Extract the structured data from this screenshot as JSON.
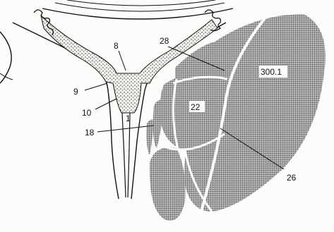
{
  "labels": {
    "l1": "1",
    "l8": "8",
    "l9": "9",
    "l10": "10",
    "l18": "18",
    "l22": "22",
    "l26": "26",
    "l28": "28",
    "l300": "300.1"
  },
  "colors": {
    "ink": "#111111",
    "stipple": "#8a8a8a",
    "paper": "#fcfcfa"
  }
}
